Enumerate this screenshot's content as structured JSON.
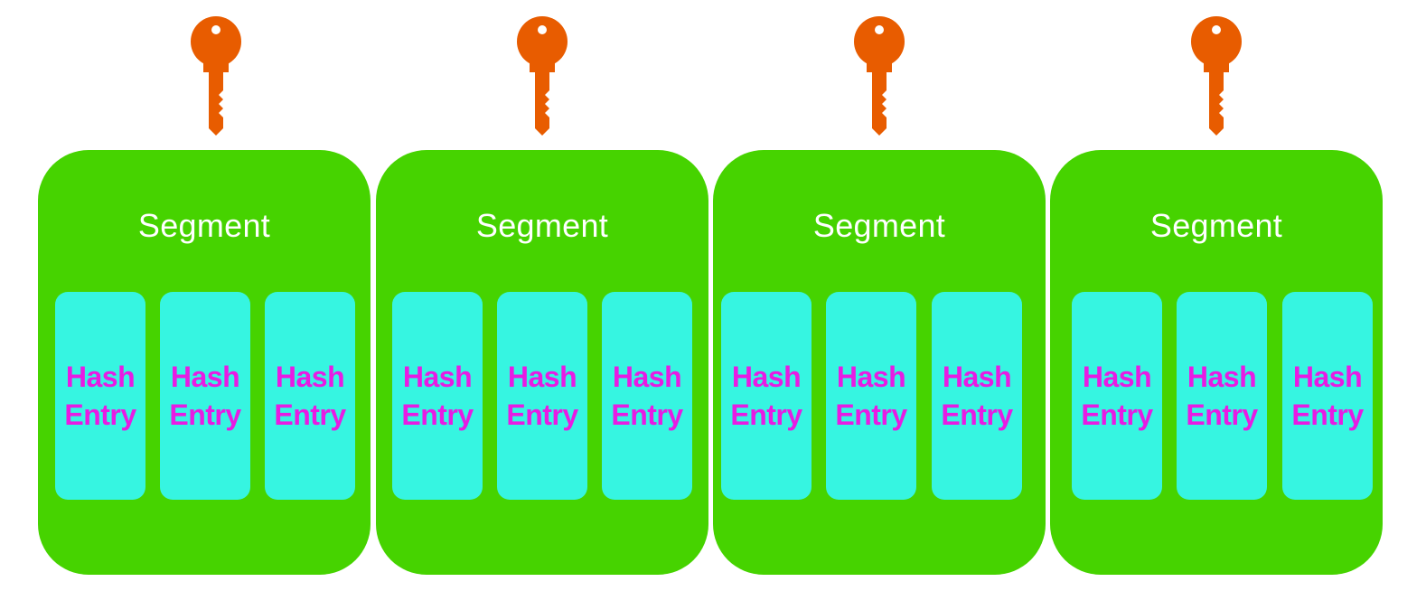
{
  "colors": {
    "segment_fill": "#46d300",
    "entry_fill": "#36f5e1",
    "entry_text": "#e81be3",
    "segment_text": "#ffffff",
    "key_fill": "#e85c00"
  },
  "icons": {
    "key": "key-icon"
  },
  "segments": [
    {
      "title": "Segment",
      "entries": [
        {
          "line1": "Hash",
          "line2": "Entry"
        },
        {
          "line1": "Hash",
          "line2": "Entry"
        },
        {
          "line1": "Hash",
          "line2": "Entry"
        }
      ]
    },
    {
      "title": "Segment",
      "entries": [
        {
          "line1": "Hash",
          "line2": "Entry"
        },
        {
          "line1": "Hash",
          "line2": "Entry"
        },
        {
          "line1": "Hash",
          "line2": "Entry"
        }
      ]
    },
    {
      "title": "Segment",
      "entries": [
        {
          "line1": "Hash",
          "line2": "Entry"
        },
        {
          "line1": "Hash",
          "line2": "Entry"
        },
        {
          "line1": "Hash",
          "line2": "Entry"
        }
      ]
    },
    {
      "title": "Segment",
      "entries": [
        {
          "line1": "Hash",
          "line2": "Entry"
        },
        {
          "line1": "Hash",
          "line2": "Entry"
        },
        {
          "line1": "Hash",
          "line2": "Entry"
        }
      ]
    }
  ]
}
